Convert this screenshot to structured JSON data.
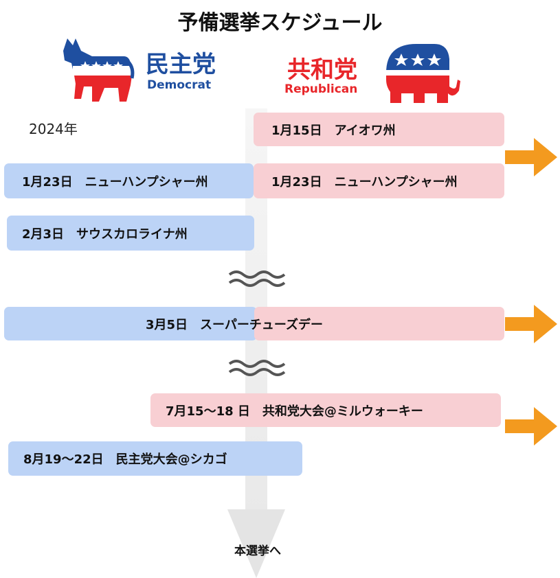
{
  "title": "予備選挙スケジュール",
  "parties": {
    "democrat": {
      "name_ja": "民主党",
      "name_en": "Democrat",
      "icon": "donkey-icon",
      "color": "#1f4fa0"
    },
    "republican": {
      "name_ja": "共和党",
      "name_en": "Republican",
      "icon": "elephant-icon",
      "color": "#e8262a"
    }
  },
  "year": "2024年",
  "events": {
    "rep_iowa": "1月15日　アイオワ州",
    "dem_nh": "1月23日　ニューハンプシャー州",
    "rep_nh": "1月23日　ニューハンプシャー州",
    "dem_sc": "2月3日　サウスカロライナ州",
    "super_tuesday": "3月5日　スーパーチューズデー",
    "rep_convention": "7月15～18 日　共和党大会@ミルウォーキー",
    "dem_convention": "8月19～22日　民主党大会@シカゴ"
  },
  "axis_end": "本選挙へ",
  "colors": {
    "democrat_box": "#bcd3f6",
    "republican_box": "#f8cfd3",
    "arrow": "#f39a1f",
    "wave": "#555555"
  }
}
